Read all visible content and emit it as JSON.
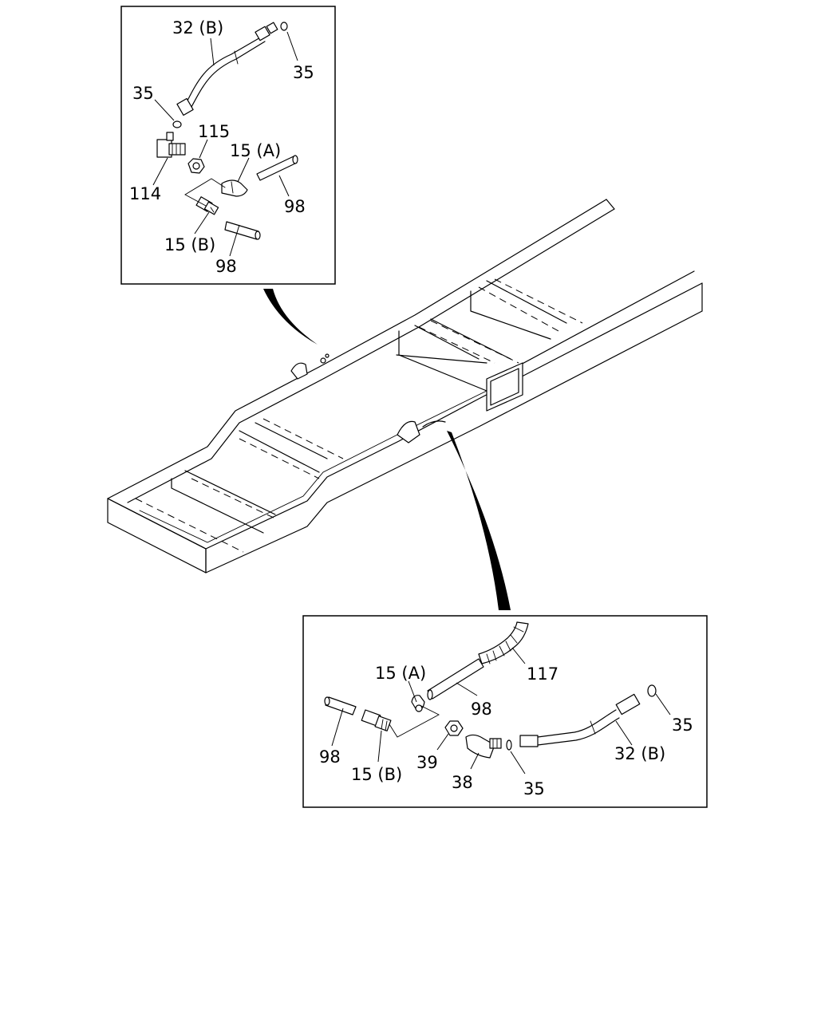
{
  "callouts": {
    "top": {
      "l1": "32 (B)",
      "l2": "35",
      "l3": "35",
      "l4": "115",
      "l5": "15 (A)",
      "l6": "114",
      "l7": "98",
      "l8": "15 (B)",
      "l9": "98"
    },
    "bottom": {
      "l1": "15 (A)",
      "l2": "117",
      "l3": "98",
      "l4": "98",
      "l5": "15 (B)",
      "l6": "39",
      "l7": "38",
      "l8": "35",
      "l9": "32 (B)",
      "l10": "35"
    }
  }
}
